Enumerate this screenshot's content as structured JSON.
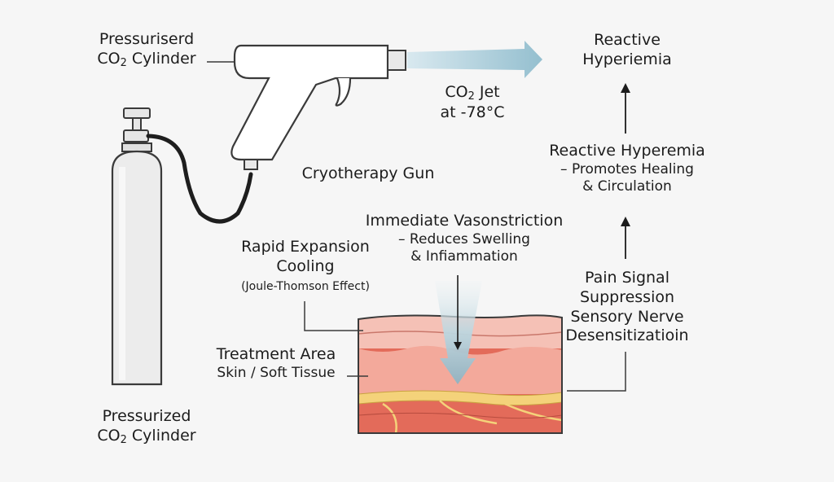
{
  "labels": {
    "cylinder_top": {
      "line1": "Pressuriserd",
      "line2_prefix": "CO",
      "line2_sub": "2",
      "line2_suffix": " Cylinder"
    },
    "cylinder_bottom": {
      "line1": "Pressurized",
      "line2_prefix": "CO",
      "line2_sub": "2",
      "line2_suffix": " Cylinder"
    },
    "gun": "Cryotherapy Gun",
    "jet": {
      "line1_prefix": "CO",
      "line1_sub": "2",
      "line1_suffix": " Jet",
      "line2": "at -78°C"
    },
    "reactive_top": {
      "line1": "Reactive",
      "line2": "Hyperiemia"
    },
    "reactive_mid": {
      "line1": "Reactive Hyperemia",
      "line2": "– Promotes Healing",
      "line3": "& Circulation"
    },
    "vasoconstriction": {
      "line1": "Immediate Vasonstriction",
      "line2": "– Reduces Swelling",
      "line3": "& Infiammation"
    },
    "expansion": {
      "line1": "Rapid Expansion",
      "line2": "Cooling",
      "line3": "(Joule-Thomson Effect)"
    },
    "pain": {
      "line1": "Pain Signal",
      "line2": "Suppression",
      "line3": "Sensory Nerve",
      "line4": "Desensitizatioin"
    },
    "treatment": {
      "line1": "Treatment Area",
      "line2": "Skin / Soft Tissue"
    }
  },
  "colors": {
    "background": "#f6f6f6",
    "outline": "#3a3a3a",
    "gun_fill": "#ffffff",
    "cylinder_fill": "#ededed",
    "hose": "#1e1e1e",
    "jet": "#8fbccd",
    "skin_top": "#f5c1b6",
    "skin_mid": "#f3a99b",
    "fat_layer": "#f4d27a",
    "muscle": "#e36b5a"
  }
}
